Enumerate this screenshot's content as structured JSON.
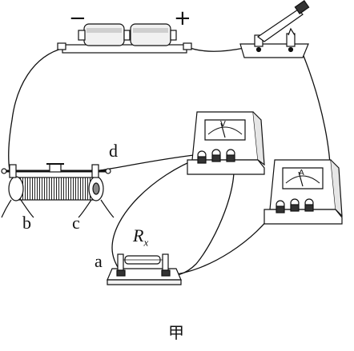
{
  "battery": {
    "negative_label": "−",
    "positive_label": "+"
  },
  "rheostat": {
    "terminal_b": "b",
    "terminal_c": "c",
    "terminal_d": "d"
  },
  "resistor": {
    "label_main": "R",
    "label_sub": "x",
    "terminal_a": "a"
  },
  "voltmeter": {
    "dial_symbol": "V"
  },
  "ammeter": {
    "dial_symbol": "A"
  },
  "caption": "甲"
}
